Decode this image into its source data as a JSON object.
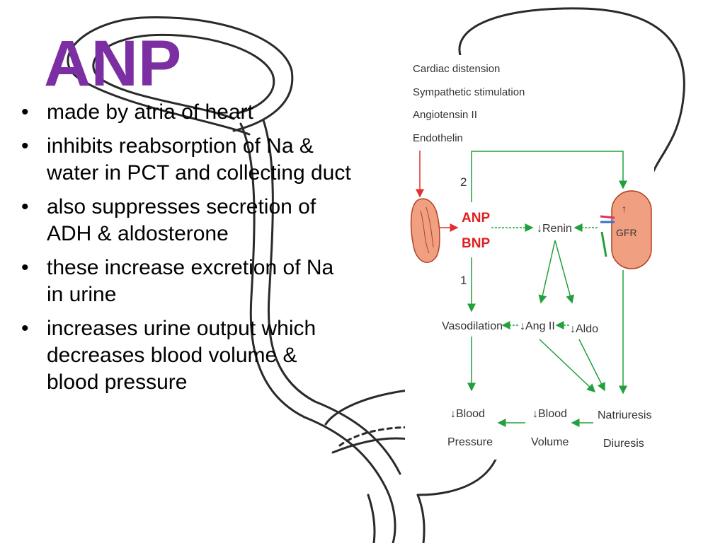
{
  "slide": {
    "title": "ANP",
    "bullets": [
      "made by atria of heart",
      "inhibits reabsorption of Na & water in PCT and collecting duct",
      "also suppresses secretion of ADH & aldosterone",
      "these increase excretion of Na in urine",
      "increases urine output which decreases blood volume & blood pressure"
    ]
  },
  "diagram": {
    "stimuli": [
      "Cardiac distension",
      "Sympathetic stimulation",
      "Angiotensin II",
      "Endothelin"
    ],
    "pathway_2": "2",
    "pathway_1": "1",
    "hormones": [
      "ANP",
      "BNP"
    ],
    "renin": "↓Renin",
    "gfr": "GFR",
    "gfr_arrow": "↑",
    "vasodilation": "Vasodilation",
    "ang_ii": "↓Ang II",
    "aldo": "↓Aldo",
    "blood_pressure": [
      "↓Blood",
      "Pressure"
    ],
    "blood_volume": [
      "↓Blood",
      "Volume"
    ],
    "natriuresis": [
      "Natriuresis",
      "Diuresis"
    ]
  },
  "colors": {
    "title": "#7b2fa3",
    "arrow_green": "#22a03c",
    "arrow_red": "#e03030",
    "hormone_red": "#e02020",
    "organ_fill": "#f0a080",
    "outline_gray": "#333333"
  }
}
